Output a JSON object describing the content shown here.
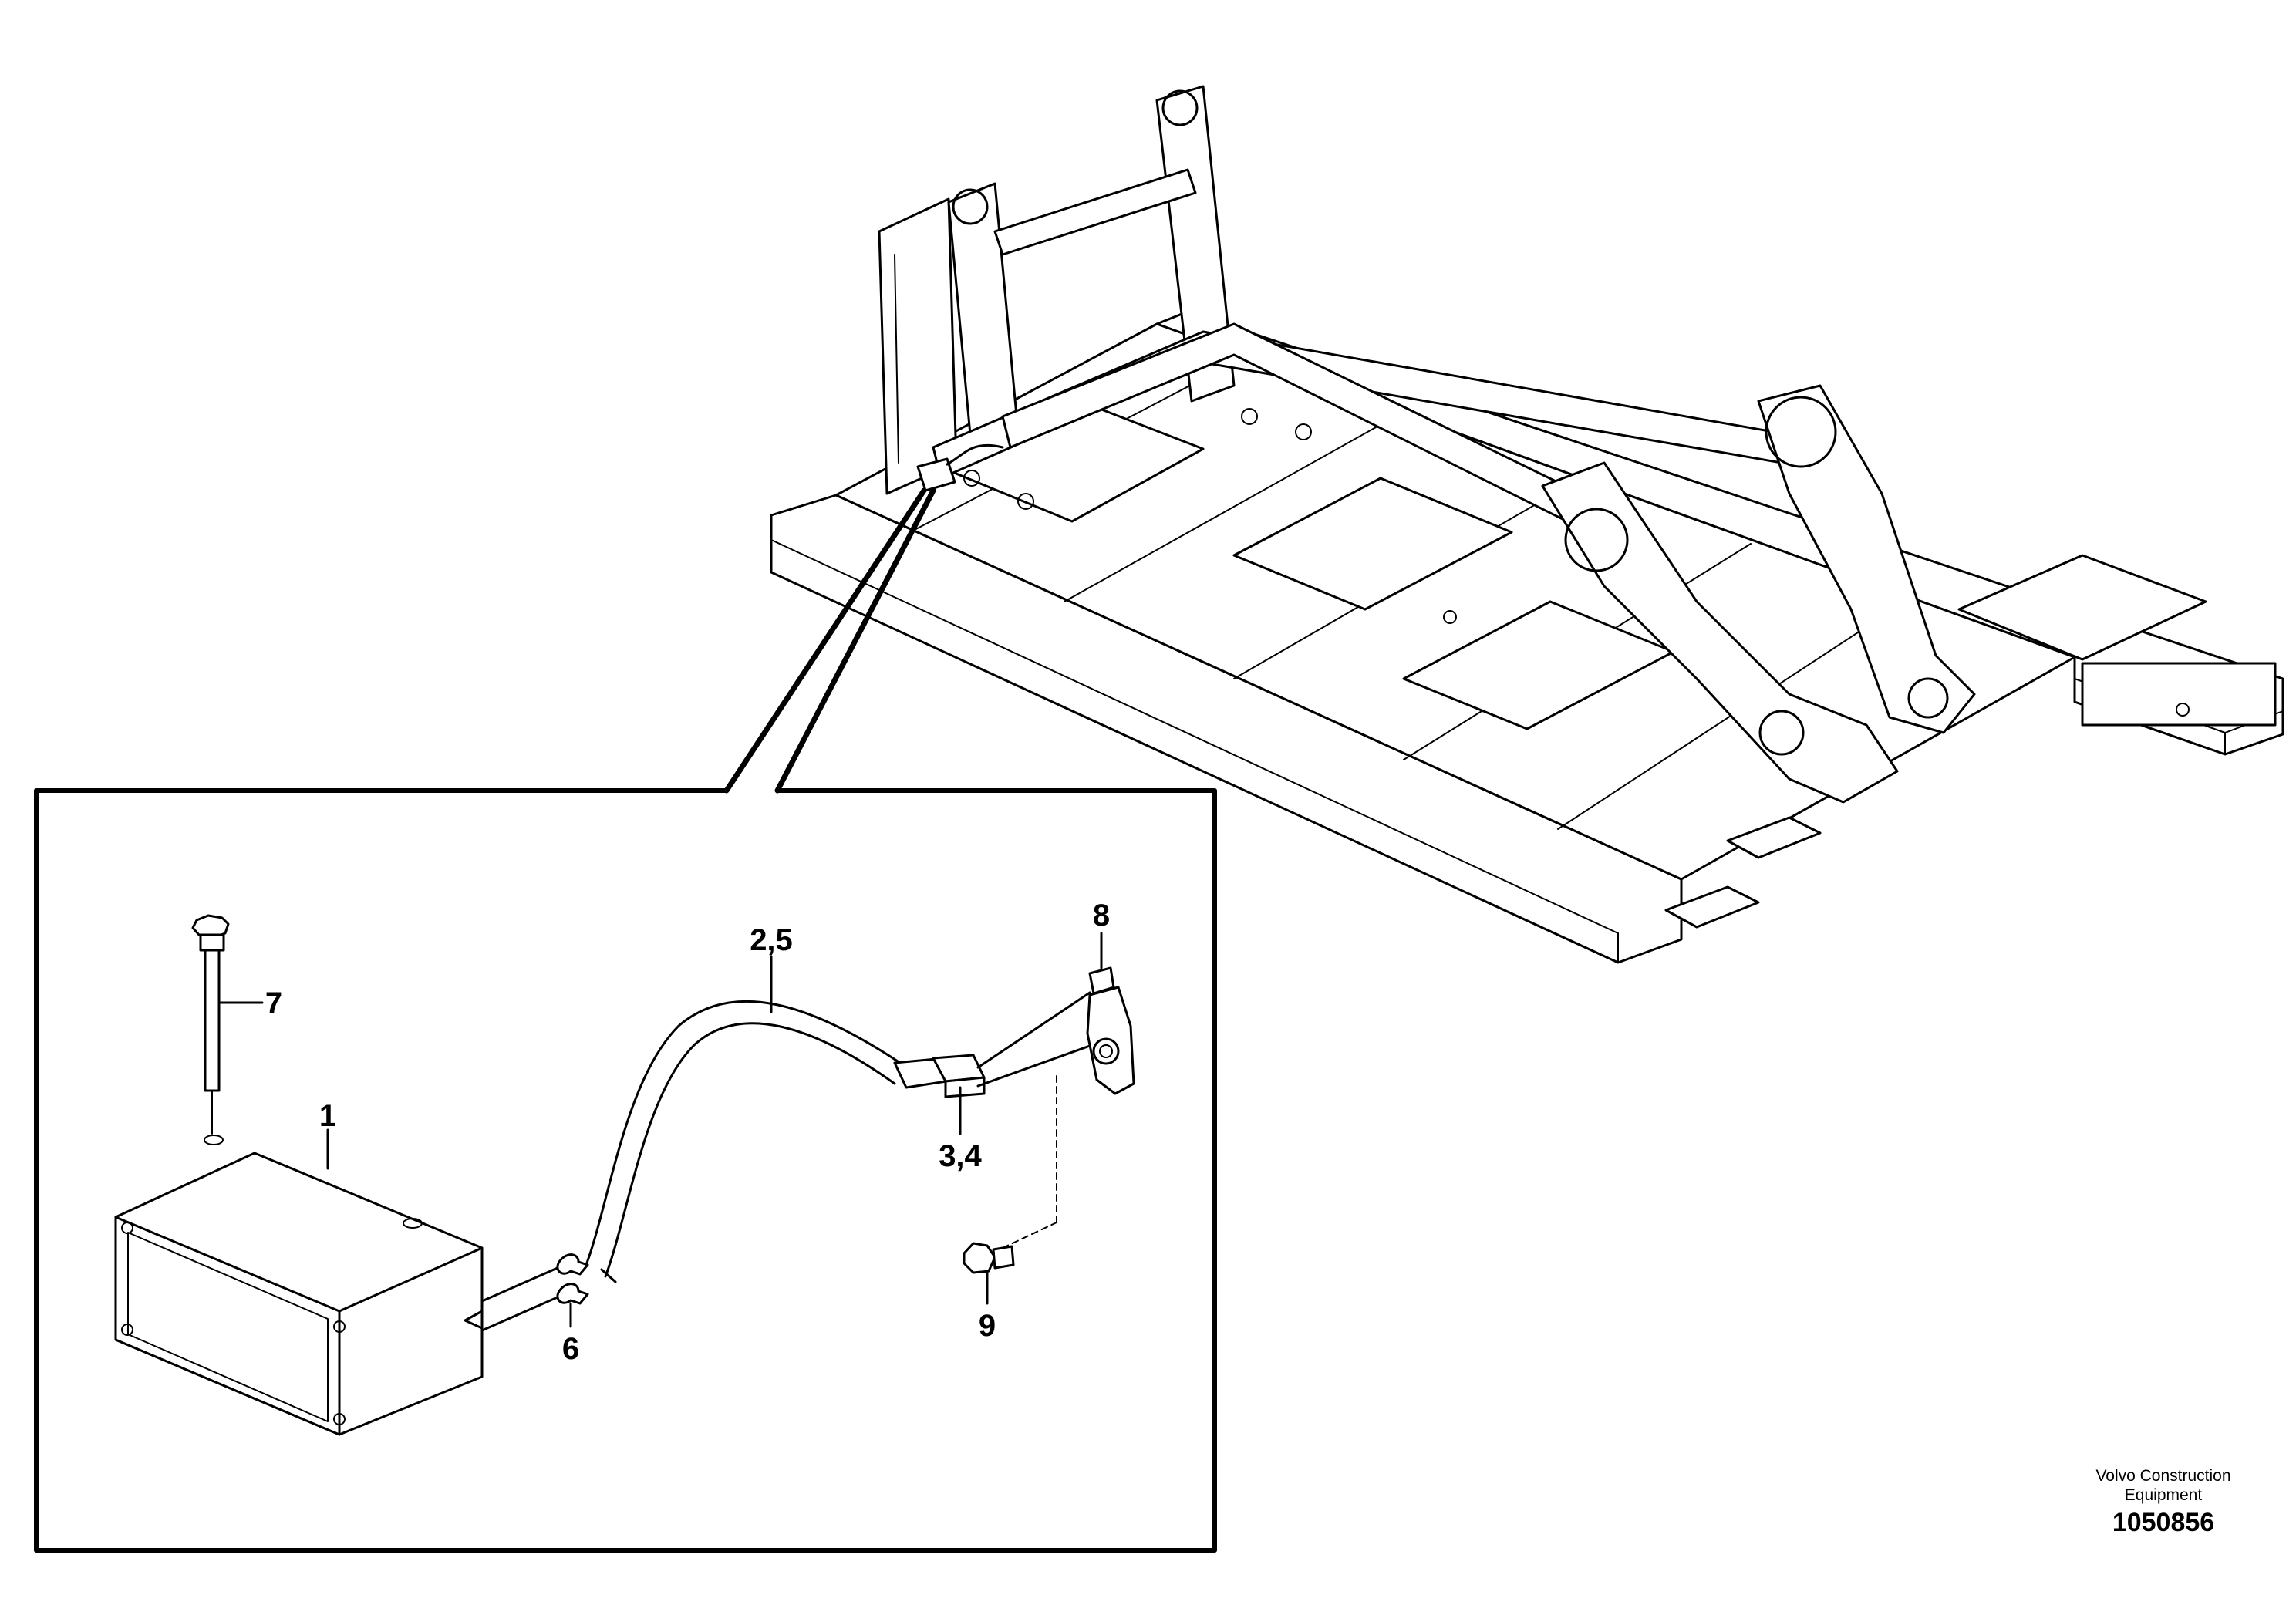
{
  "callouts": {
    "c1": "1",
    "c25": "2,5",
    "c34": "3,4",
    "c6": "6",
    "c7": "7",
    "c8": "8",
    "c9": "9"
  },
  "credit": {
    "line1": "Volvo Construction",
    "line2": "Equipment",
    "number": "1050856"
  },
  "colors": {
    "line": "#000000",
    "background": "#ffffff"
  }
}
